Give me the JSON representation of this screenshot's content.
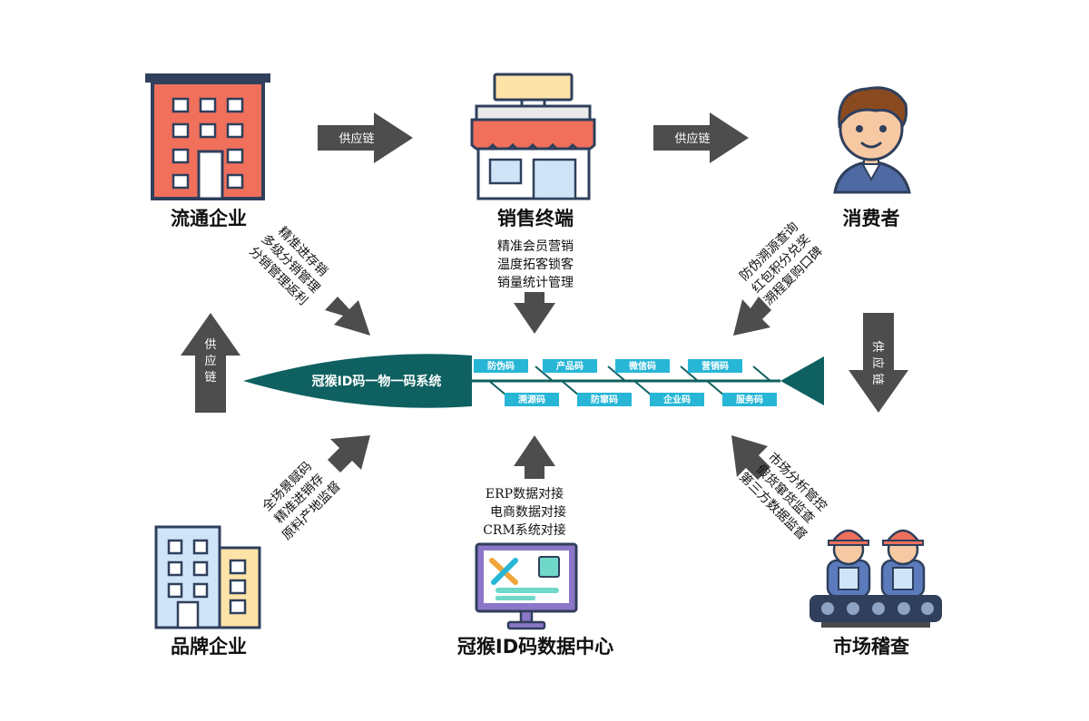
{
  "colors": {
    "arrow": "#4d4d4d",
    "teal": "#0f6060",
    "cyan": "#27b6d6",
    "red": "#f0705c",
    "lilac": "#8c76c8"
  },
  "nodes": {
    "distribution": "流通企业",
    "terminal": "销售终端",
    "consumer": "消费者",
    "brand": "品牌企业",
    "datacenter": "冠猴ID码数据中心",
    "market": "市场稽查"
  },
  "supply_chain": "供应链",
  "vertical_supply": [
    "供",
    "应",
    "链"
  ],
  "distribution_notes": [
    "精准进存销",
    "多级分销管理",
    "分销管理返利"
  ],
  "terminal_notes": [
    "精准会员营销",
    "温度拓客锁客",
    "销量统计管理"
  ],
  "consumer_notes": [
    "防伪溯源查询",
    "红包积分兑奖",
    "溯程复购口碑"
  ],
  "brand_notes": [
    "全场景赋码",
    "精准进销存",
    "原料产地监督"
  ],
  "datacenter_notes": [
    "ERP数据对接",
    "电商数据对接",
    "CRM系统对接"
  ],
  "market_notes": [
    "市场分析管控",
    "假货窜货监查",
    "第三方数据监督"
  ],
  "system_title": "冠猴ID码一物一码系统",
  "tags_top": [
    "防伪码",
    "产品码",
    "微信码",
    "营销码"
  ],
  "tags_bottom": [
    "溯源码",
    "防窜码",
    "企业码",
    "服务码"
  ]
}
